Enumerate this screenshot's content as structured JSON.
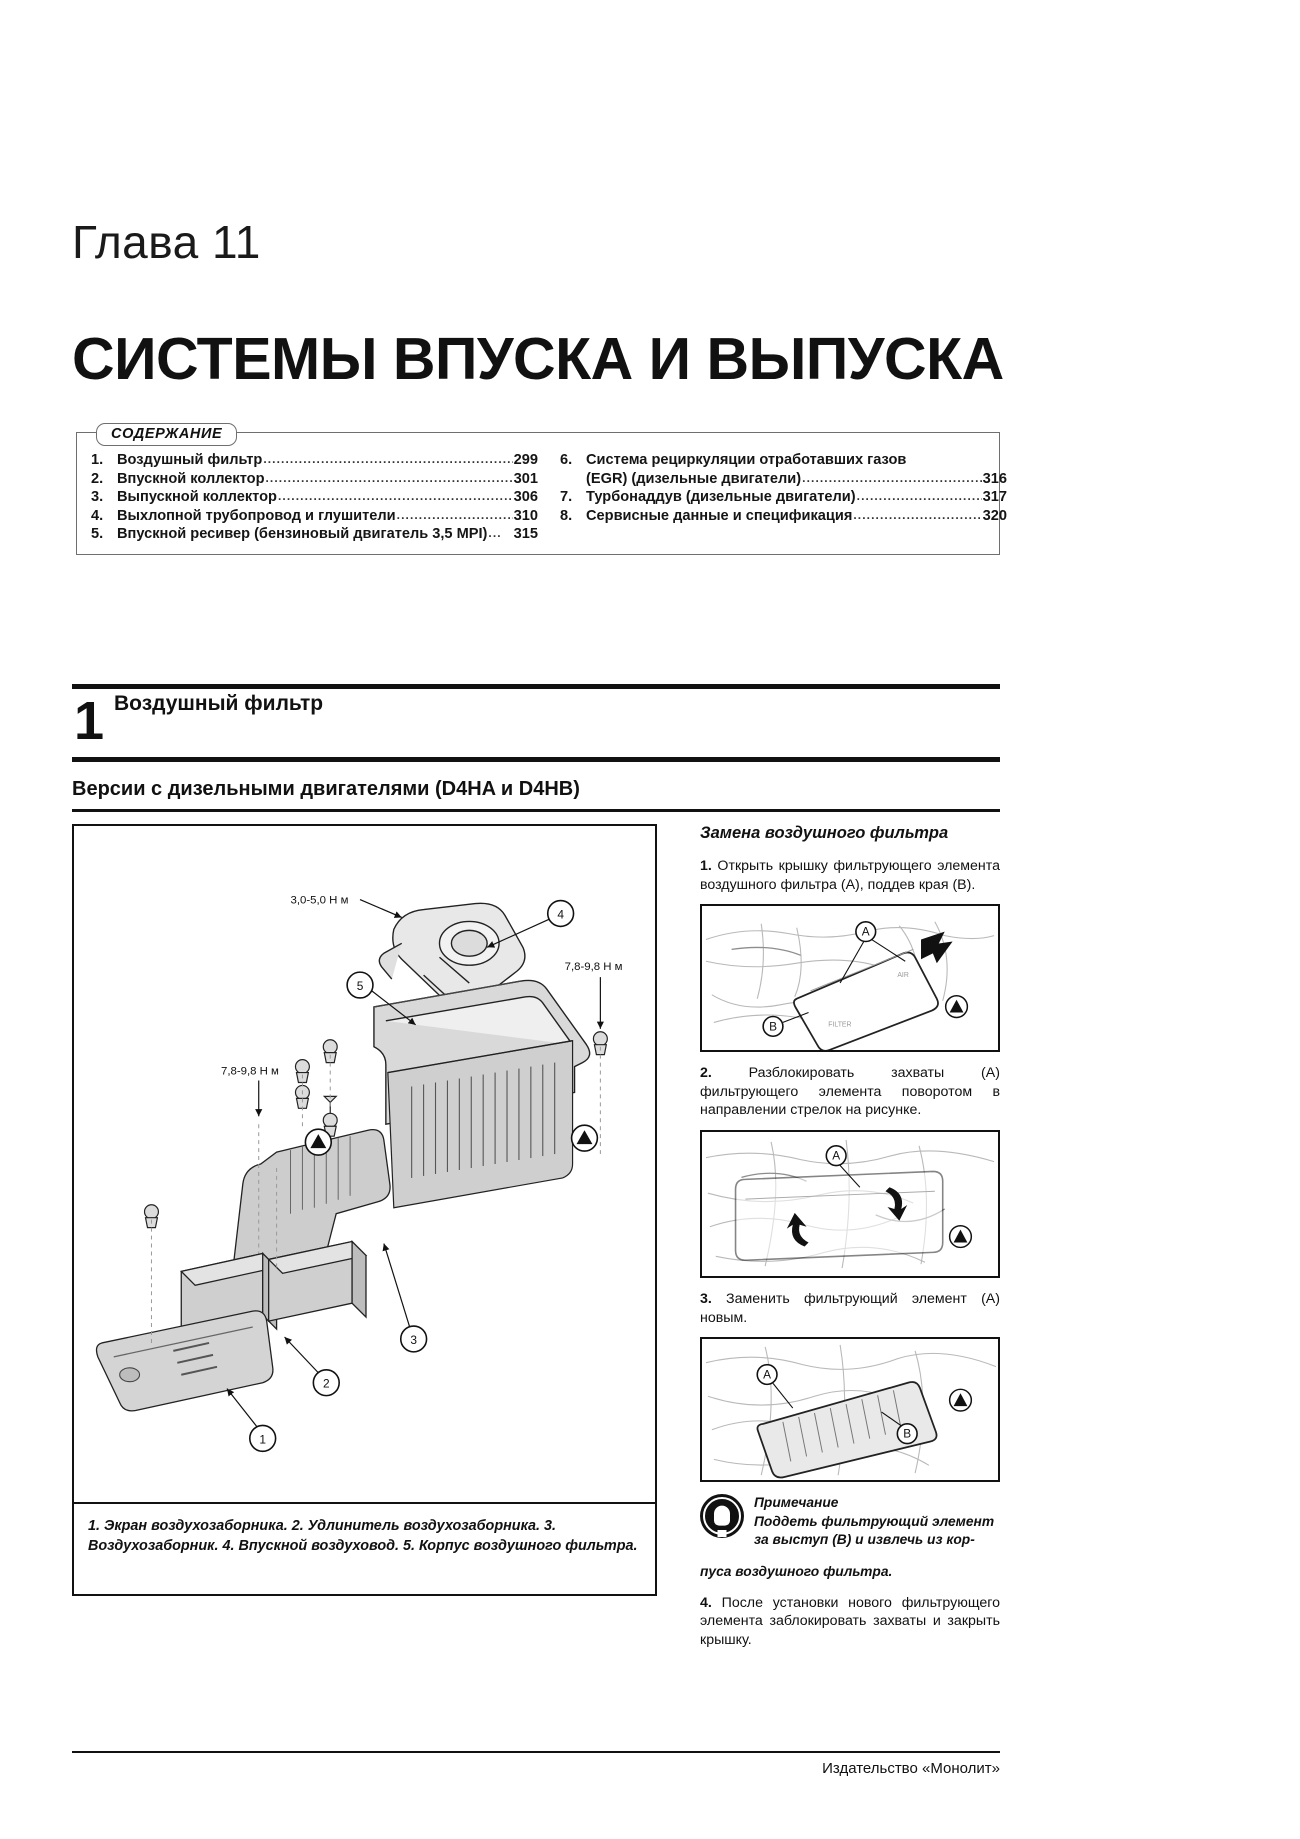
{
  "chapter": {
    "label": "Глава 11",
    "title": "СИСТЕМЫ ВПУСКА И ВЫПУСКА"
  },
  "toc": {
    "legend": "СОДЕРЖАНИЕ",
    "left": [
      {
        "num": "1.",
        "text": "Воздушный фильтр",
        "page": "299"
      },
      {
        "num": "2.",
        "text": "Впускной коллектор",
        "page": "301"
      },
      {
        "num": "3.",
        "text": "Выпускной коллектор",
        "page": "306"
      },
      {
        "num": "4.",
        "text": "Выхлопной трубопровод и глушители",
        "page": "310"
      },
      {
        "num": "5.",
        "text": "Впускной ресивер (бензиновый двигатель 3,5 MPI)",
        "page": "315",
        "nodots": true
      }
    ],
    "right": [
      {
        "num": "6.",
        "text": "Система рециркуляции отработавших газов",
        "cont": "(EGR) (дизельные двигатели)",
        "page": "316"
      },
      {
        "num": "7.",
        "text": "Турбонаддув (дизельные двигатели)",
        "page": "317"
      },
      {
        "num": "8.",
        "text": "Сервисные данные и спецификация",
        "page": "320"
      }
    ]
  },
  "section": {
    "number": "1",
    "title": "Воздушный фильтр",
    "subsection": "Версии с дизельными двигателями (D4HA и D4HB)"
  },
  "figure": {
    "caption": "1. Экран воздухозаборника. 2. Удлинитель воздухозаборника. 3. Воздухозаборник. 4. Впускной воздуховод. 5. Корпус воздушного фильтра.",
    "torque_top": "3,0-5,0 Н м",
    "torque_right": "7,8-9,8 Н м",
    "torque_left": "7,8-9,8 Н м",
    "callouts": [
      "1",
      "2",
      "3",
      "4",
      "5"
    ]
  },
  "procedure": {
    "title": "Замена воздушного фильтра",
    "steps": [
      {
        "num": "1.",
        "text": "Открыть крышку фильтрующего элемента воздушного фильтра (A), поддев края (B).",
        "photo_labels": [
          "A",
          "B"
        ]
      },
      {
        "num": "2.",
        "text": "Разблокировать захваты (A) фильтрующего элемента поворотом в направлении стрелок на рисунке.",
        "photo_labels": [
          "A"
        ]
      },
      {
        "num": "3.",
        "text": "Заменить фильтрующий элемент (A) новым.",
        "photo_labels": [
          "A",
          "B"
        ]
      },
      {
        "num": "4.",
        "text": "После установки нового фильтрующего элемента заблокировать захваты и закрыть крышку.",
        "photo_labels": []
      }
    ],
    "note": {
      "header": "Примечание",
      "body_first": "Поддеть фильтрующий элемент за выступ (B) и извлечь из кор-",
      "body_rest": "пуса воздушного фильтра.",
      "icon": "lightbulb-icon"
    }
  },
  "footer": {
    "publisher": "Издательство «Монолит»"
  },
  "colors": {
    "ink": "#111111",
    "rule": "#6f6f6f",
    "sketch": "#b9b9b9"
  }
}
